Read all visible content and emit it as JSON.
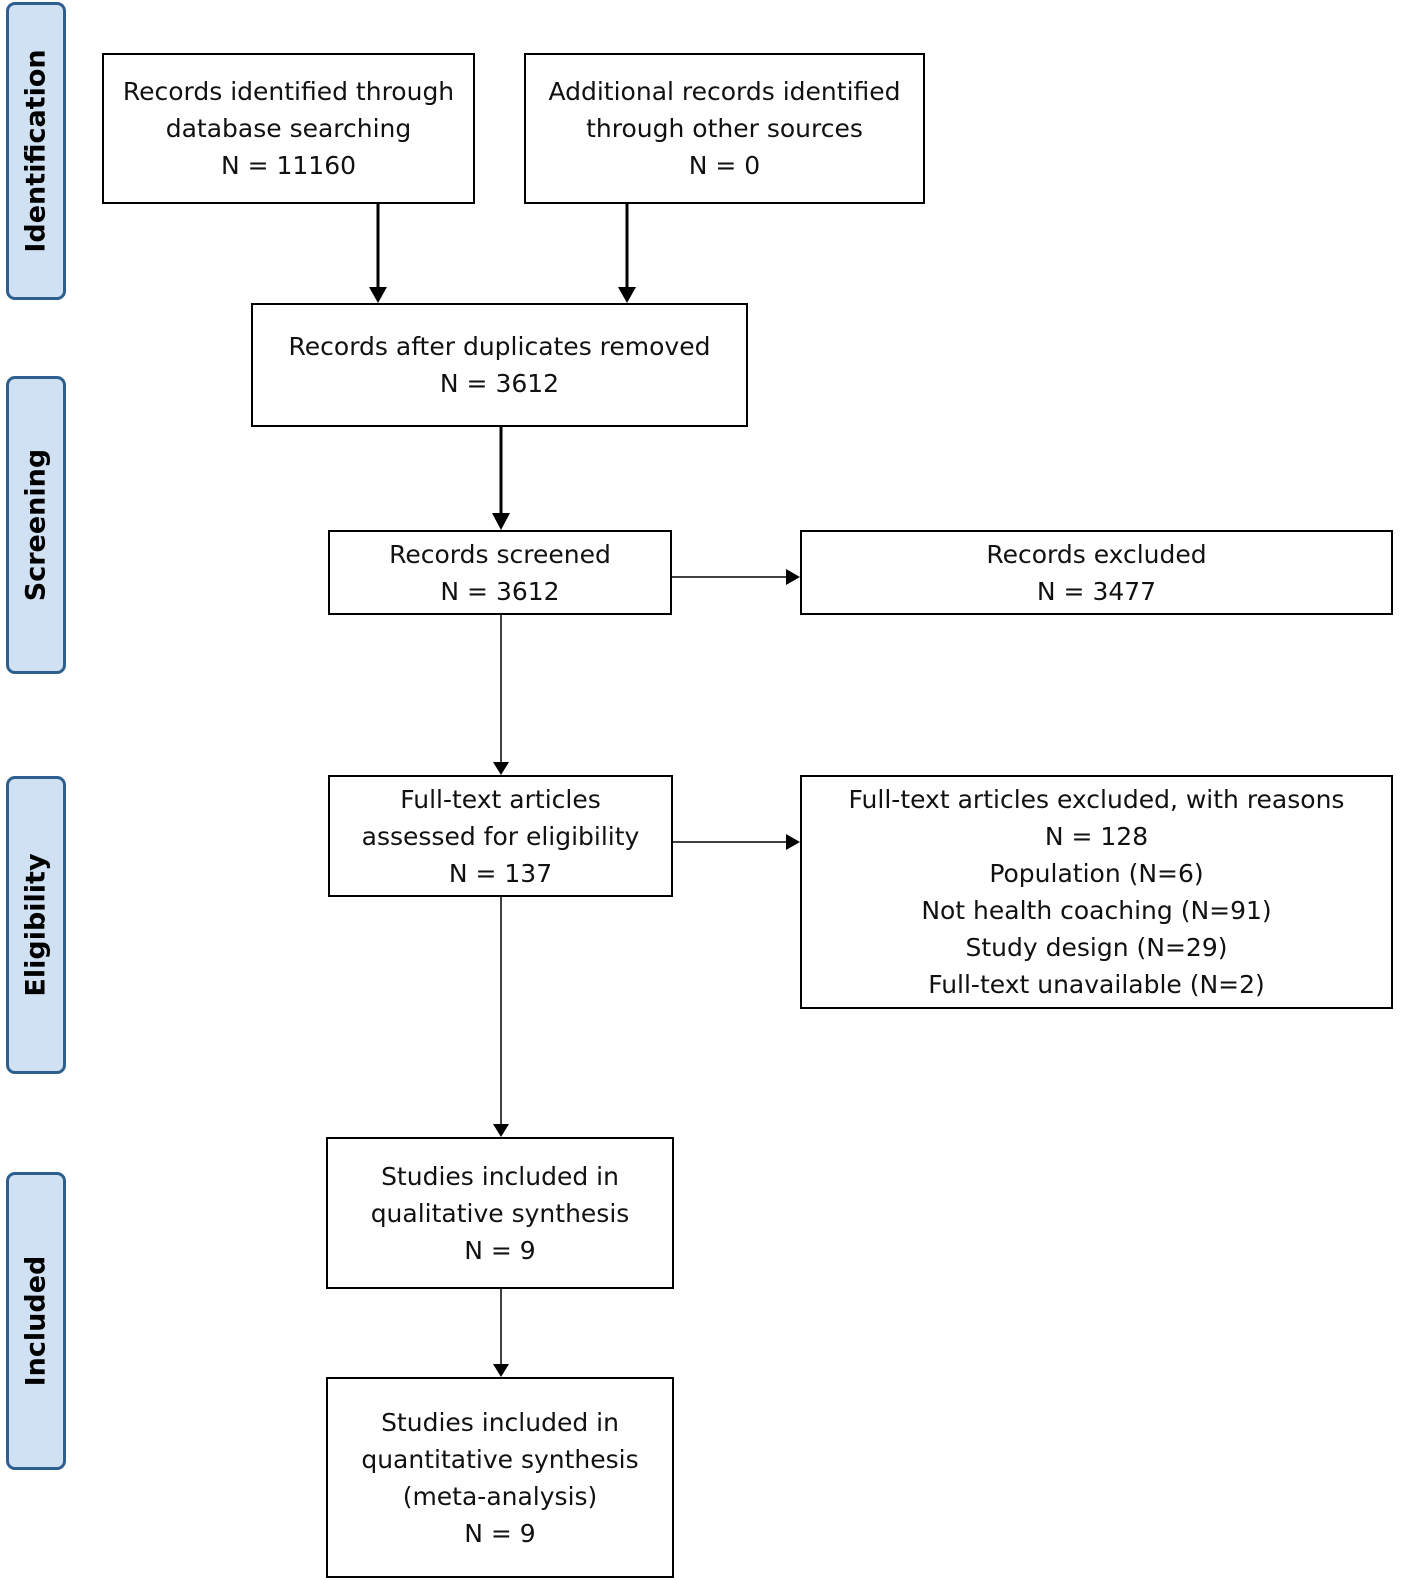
{
  "stages": {
    "identification": "Identification",
    "screening": "Screening",
    "eligibility": "Eligibility",
    "included": "Included"
  },
  "boxes": {
    "database_records": [
      "Records identified through",
      "database searching",
      "N = 11160"
    ],
    "other_sources": [
      "Additional records identified",
      "through other sources",
      "N = 0"
    ],
    "after_duplicates": [
      "Records after duplicates removed",
      "N = 3612"
    ],
    "screened": [
      "Records screened",
      "N = 3612"
    ],
    "excluded": [
      "Records excluded",
      "N = 3477"
    ],
    "fulltext_assessed": [
      "Full-text articles",
      "assessed for eligibility",
      "N = 137"
    ],
    "fulltext_excluded": [
      "Full-text articles excluded, with reasons",
      "N = 128",
      "Population (N=6)",
      "Not health coaching (N=91)",
      "Study design (N=29)",
      "Full-text unavailable (N=2)"
    ],
    "qualitative": [
      "Studies included in",
      "qualitative synthesis",
      "N = 9"
    ],
    "quantitative": [
      "Studies included in",
      "quantitative synthesis",
      "(meta-analysis)",
      "N = 9"
    ]
  },
  "colors": {
    "stage_fill": "#cfe1f3",
    "stage_border": "#2f5f8f",
    "box_border": "#000000"
  }
}
